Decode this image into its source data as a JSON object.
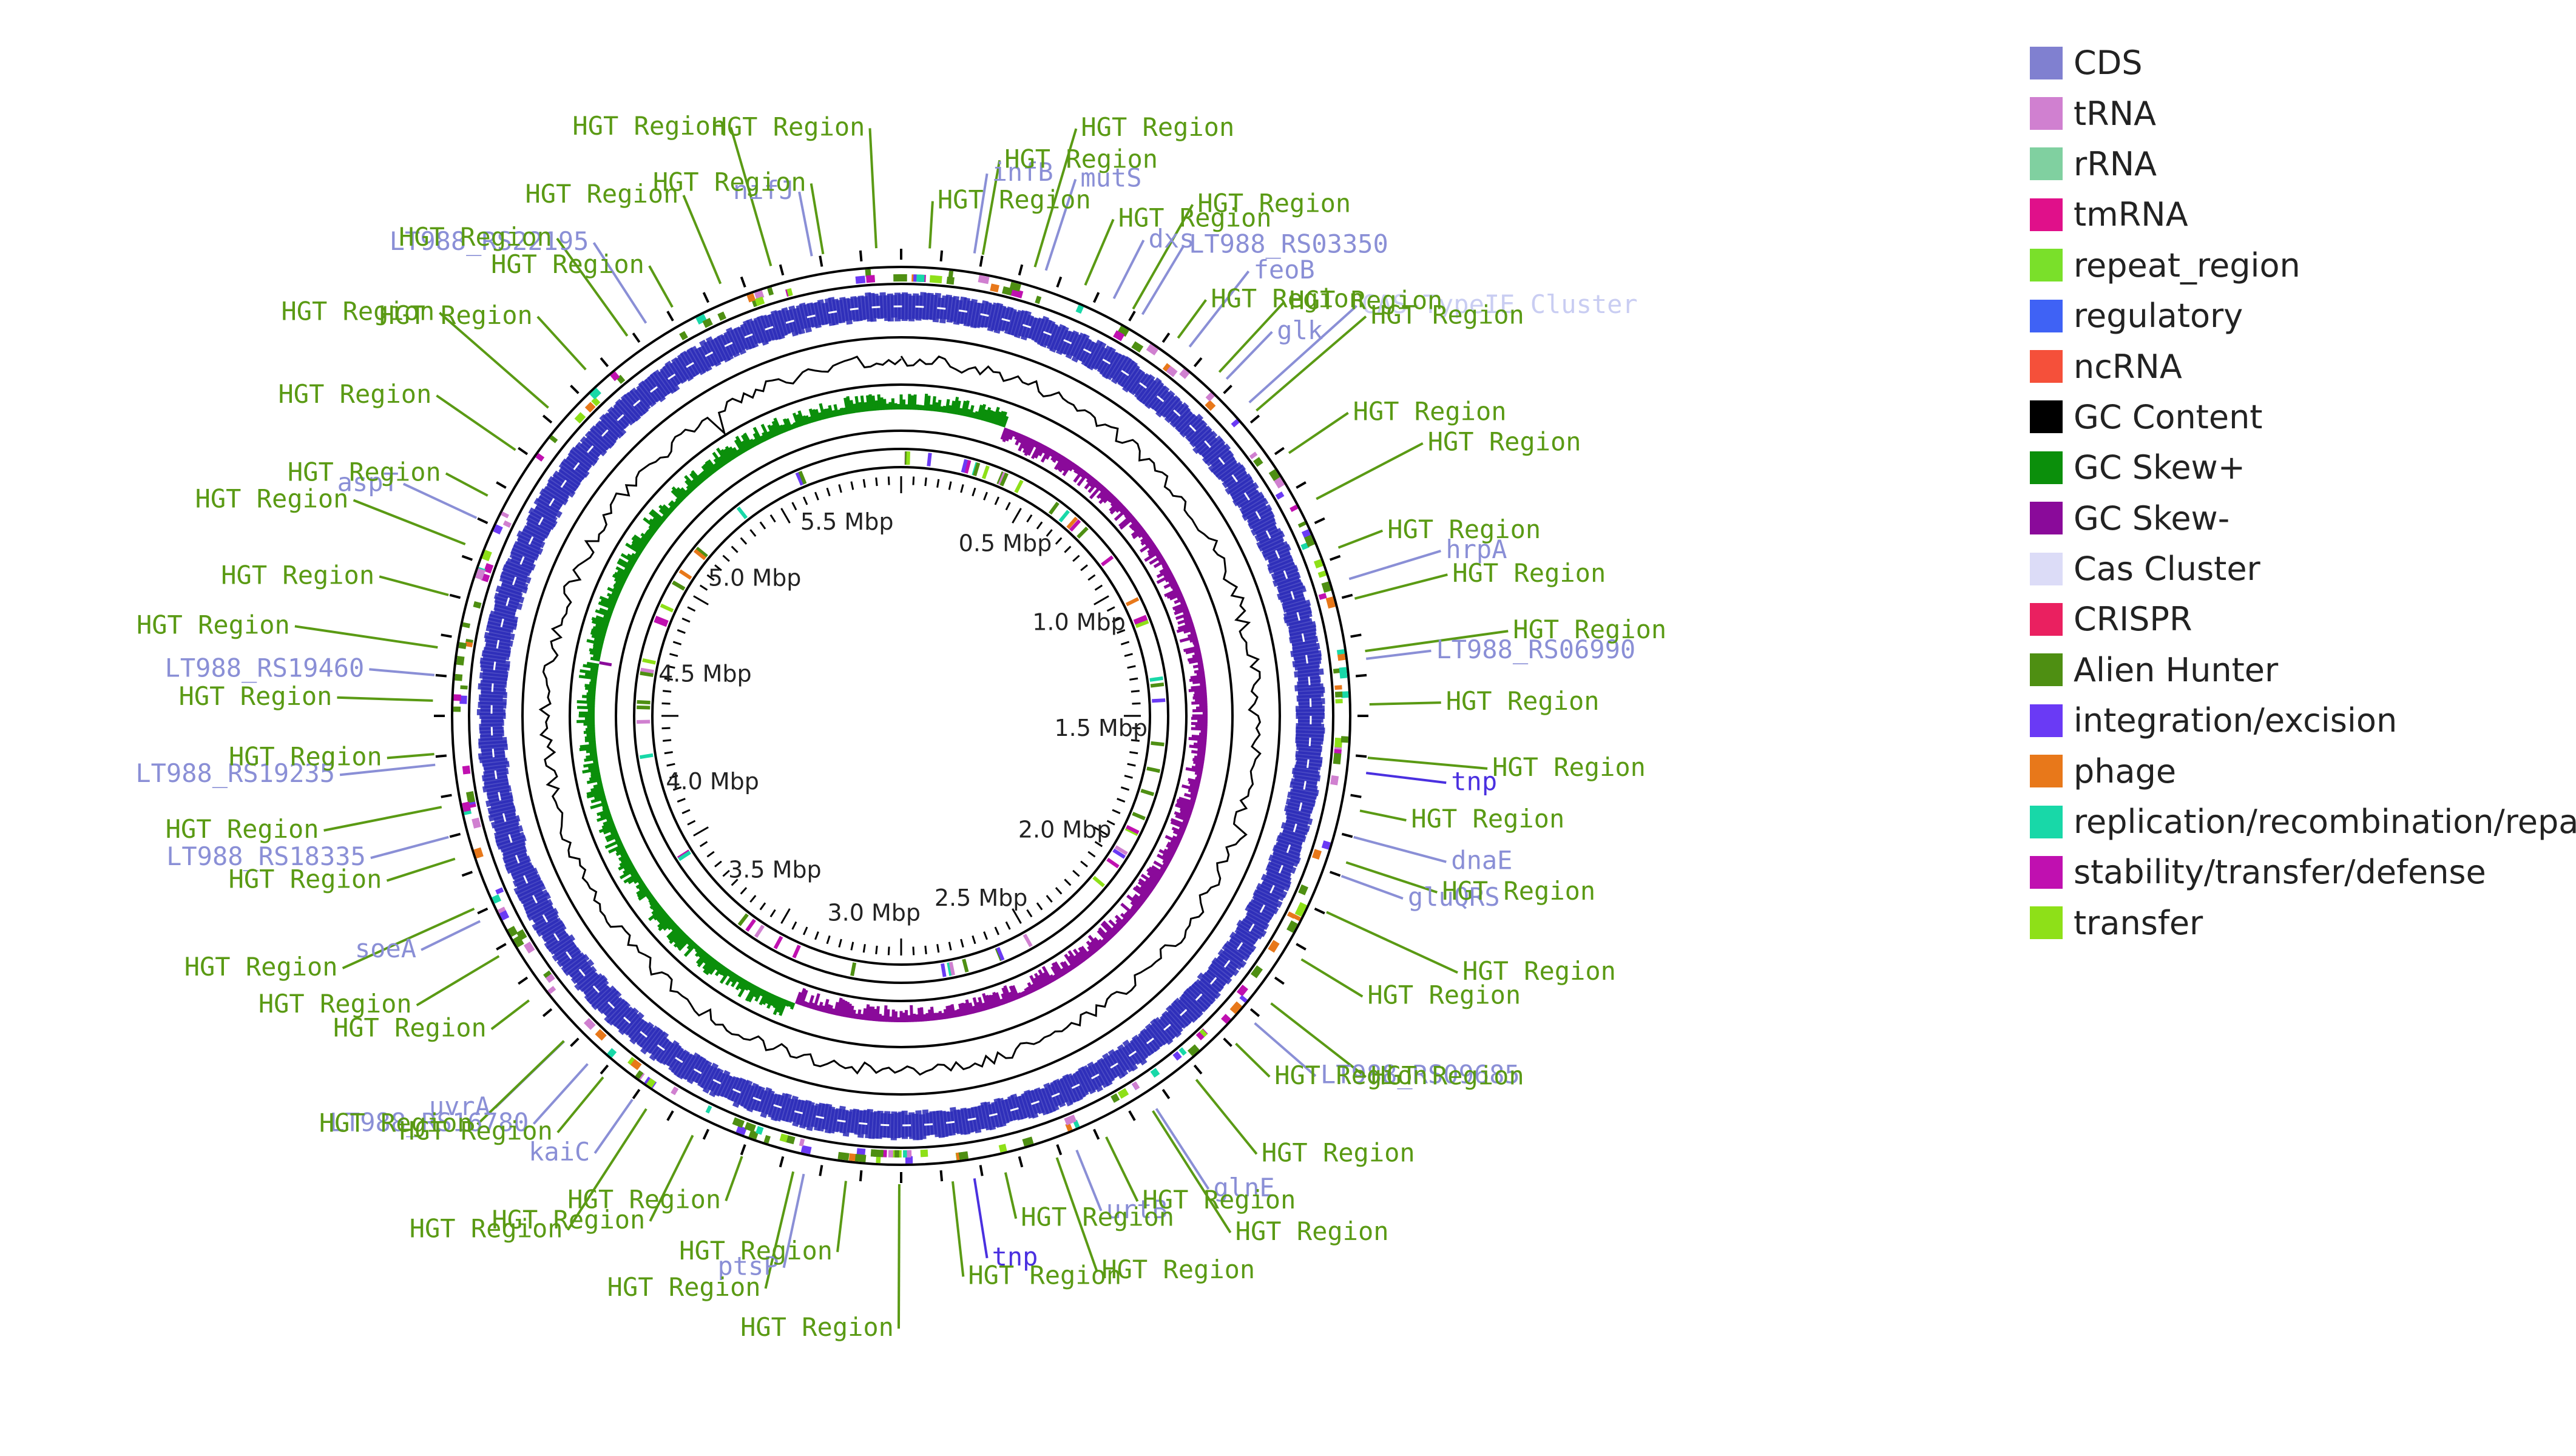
{
  "legend": [
    {
      "label": "CDS",
      "color": "#8080d0"
    },
    {
      "label": "tRNA",
      "color": "#d080d0"
    },
    {
      "label": "rRNA",
      "color": "#80d0a0"
    },
    {
      "label": "tmRNA",
      "color": "#e0108a"
    },
    {
      "label": "repeat_region",
      "color": "#7ae02a"
    },
    {
      "label": "regulatory",
      "color": "#3f62f5"
    },
    {
      "label": "ncRNA",
      "color": "#f5503a"
    },
    {
      "label": "GC Content",
      "color": "#000000"
    },
    {
      "label": "GC Skew+",
      "color": "#0b8f0b"
    },
    {
      "label": "GC Skew-",
      "color": "#8a0a9a"
    },
    {
      "label": "Cas Cluster",
      "color": "#dcdcf7"
    },
    {
      "label": "CRISPR",
      "color": "#ea2060"
    },
    {
      "label": "Alien Hunter",
      "color": "#4e8f12"
    },
    {
      "label": "integration/excision",
      "color": "#6a3af5"
    },
    {
      "label": "phage",
      "color": "#e8781a"
    },
    {
      "label": "replication/recombination/repair",
      "color": "#18d8a8"
    },
    {
      "label": "stability/transfer/defense",
      "color": "#c010b0"
    },
    {
      "label": "transfer",
      "color": "#8ee018"
    }
  ],
  "scale_labels": [
    "0.5 Mbp",
    "1.0 Mbp",
    "1.5 Mbp",
    "2.0 Mbp",
    "2.5 Mbp",
    "3.0 Mbp",
    "3.5 Mbp",
    "4.0 Mbp",
    "4.5 Mbp",
    "5.0 Mbp",
    "5.5 Mbp"
  ],
  "hgt_label_text": "HGT Region",
  "hgt_region_count": 55,
  "gene_labels": [
    {
      "text": "nifJ",
      "kind": "gene"
    },
    {
      "text": "infB",
      "kind": "gene"
    },
    {
      "text": "mutS",
      "kind": "gene"
    },
    {
      "text": "dxs",
      "kind": "gene"
    },
    {
      "text": "LT988_RS03350",
      "kind": "gene"
    },
    {
      "text": "feoB",
      "kind": "gene"
    },
    {
      "text": "glk",
      "kind": "gene"
    },
    {
      "text": "CAS-TypeIE Cluster",
      "kind": "cas"
    },
    {
      "text": "hrpA",
      "kind": "gene"
    },
    {
      "text": "LT988_RS06990",
      "kind": "gene"
    },
    {
      "text": "tnp",
      "kind": "tnp"
    },
    {
      "text": "dnaE",
      "kind": "gene"
    },
    {
      "text": "gluQRS",
      "kind": "gene"
    },
    {
      "text": "LT988_RS09685",
      "kind": "gene"
    },
    {
      "text": "glnE",
      "kind": "gene"
    },
    {
      "text": "urtB",
      "kind": "gene"
    },
    {
      "text": "tnp",
      "kind": "tnp"
    },
    {
      "text": "ptsP",
      "kind": "gene"
    },
    {
      "text": "kaiC",
      "kind": "gene"
    },
    {
      "text": "LT988_RS16780",
      "kind": "gene"
    },
    {
      "text": "uvrA",
      "kind": "gene"
    },
    {
      "text": "soeA",
      "kind": "gene"
    },
    {
      "text": "LT988_RS18335",
      "kind": "gene"
    },
    {
      "text": "LT988_RS19235",
      "kind": "gene"
    },
    {
      "text": "LT988_RS19460",
      "kind": "gene"
    },
    {
      "text": "aspT",
      "kind": "gene"
    },
    {
      "text": "LT988_RS22195",
      "kind": "gene"
    }
  ]
}
